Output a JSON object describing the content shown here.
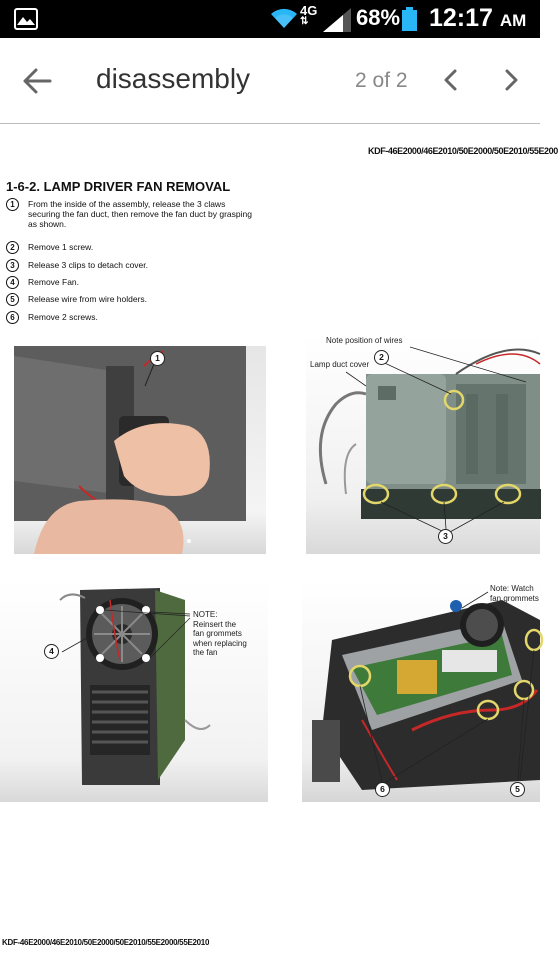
{
  "status_bar": {
    "network": "4G",
    "battery_percent": "68%",
    "time": "12:17",
    "ampm": "AM",
    "icons": [
      "gallery-icon",
      "wifi-icon",
      "network-4g-icon",
      "signal-icon",
      "battery-icon"
    ]
  },
  "app_bar": {
    "title": "disassembly",
    "page_indicator": "2 of 2",
    "icons": [
      "back-arrow-icon",
      "chevron-left-icon",
      "chevron-right-icon"
    ]
  },
  "document": {
    "model_header": "KDF-46E2000/46E2010/50E2000/50E2010/55E200",
    "heading": "1-6-2.  LAMP DRIVER FAN REMOVAL",
    "steps": [
      {
        "num": "1",
        "lines": [
          "From the inside of the assembly, release the 3 claws",
          "securing the fan duct, then remove the fan duct by grasping",
          "as shown."
        ]
      },
      {
        "num": "2",
        "lines": [
          "Remove 1 screw."
        ]
      },
      {
        "num": "3",
        "lines": [
          "Release 3 clips to detach cover."
        ]
      },
      {
        "num": "4",
        "lines": [
          "Remove Fan."
        ]
      },
      {
        "num": "5",
        "lines": [
          "Release wire from wire holders."
        ]
      },
      {
        "num": "6",
        "lines": [
          "Remove 2 screws."
        ]
      }
    ],
    "figure1": {
      "callouts": [
        "1"
      ]
    },
    "figure2": {
      "note_wires": "Note position of wires",
      "lamp_duct_cover": "Lamp duct cover",
      "callouts": [
        "2",
        "3"
      ]
    },
    "figure3": {
      "note_lines": [
        "NOTE:",
        "Reinsert the",
        "fan grommets",
        "when replacing",
        "the fan"
      ],
      "callouts": [
        "4"
      ]
    },
    "figure4": {
      "note_lines": [
        "Note: Watch",
        "fan grommets"
      ],
      "callouts": [
        "6",
        "5"
      ]
    },
    "model_footer": "KDF-46E2000/46E2010/50E2000/50E2010/55E2000/55E2010"
  }
}
